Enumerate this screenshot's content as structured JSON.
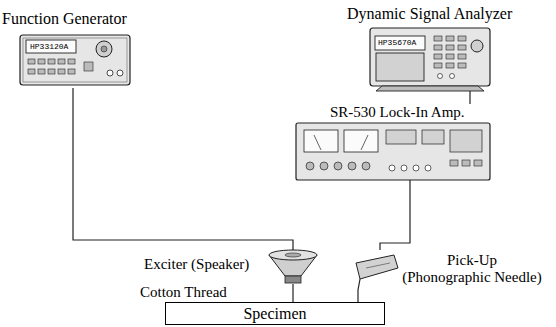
{
  "diagram": {
    "nodes": [
      {
        "text": [
          "Function Generator",
          "HP33120A"
        ]
      },
      {
        "text": [
          "Dynamic Signal Analyzer",
          "HP35670A"
        ]
      },
      {
        "text": [
          "SR-530 Lock-In Amp."
        ]
      },
      {
        "text": [
          "Exciter (Speaker)"
        ]
      },
      {
        "text": [
          "Pick-Up (Phonographic Needle)"
        ]
      },
      {
        "text": [
          "Specimen"
        ]
      }
    ],
    "edges": [
      {
        "from": 0,
        "to": 3,
        "arrow": "none"
      },
      {
        "from": 1,
        "to": 2,
        "arrow": "none"
      },
      {
        "from": 2,
        "to": 4,
        "arrow": "none"
      },
      {
        "from": 3,
        "to": 5,
        "arrow": "none"
      },
      {
        "from": 4,
        "to": 5,
        "arrow": "none"
      }
    ],
    "labels": [
      "Cotton Thread"
    ]
  }
}
